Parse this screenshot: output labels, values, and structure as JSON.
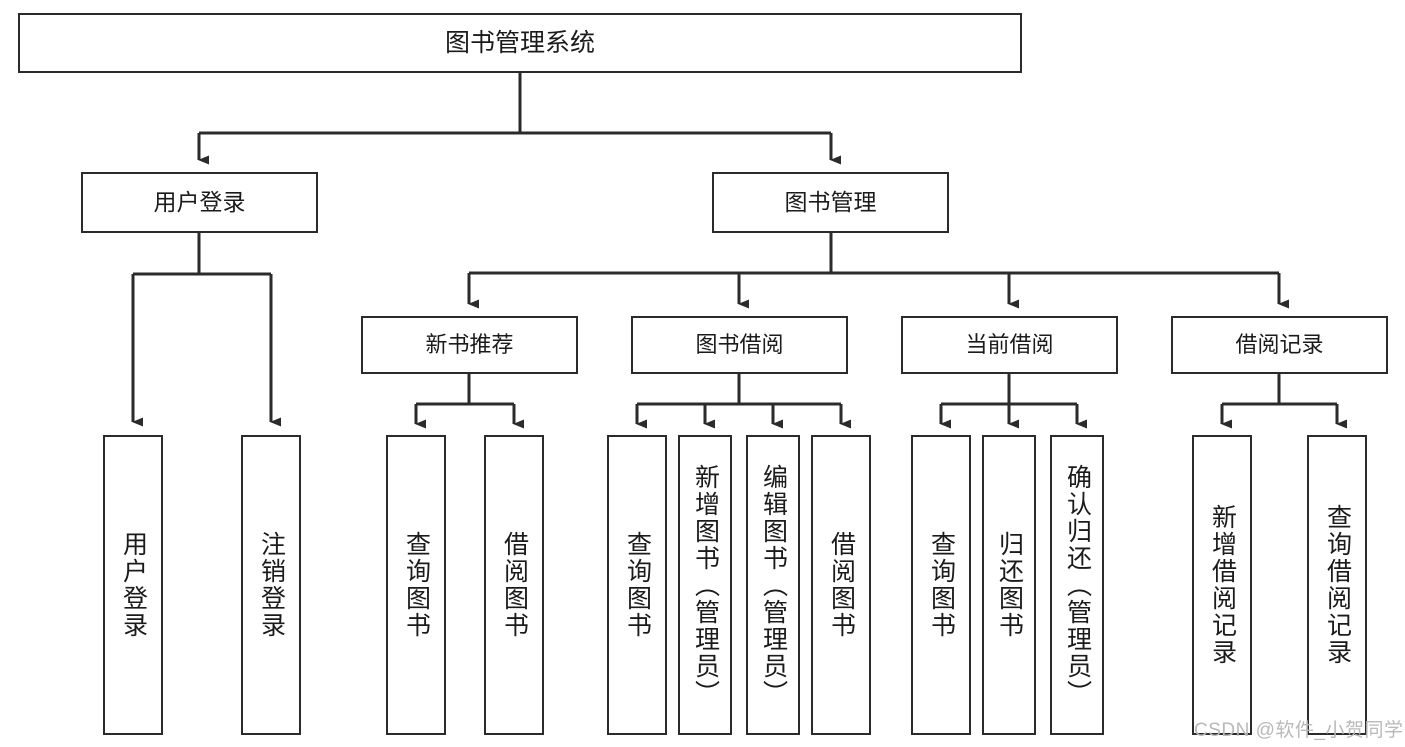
{
  "diagram": {
    "title": "图书管理系统",
    "type": "hierarchy-tree",
    "root": {
      "id": "root",
      "label": "图书管理系统"
    },
    "level2": [
      {
        "id": "user-login",
        "label": "用户登录"
      },
      {
        "id": "book-manage",
        "label": "图书管理"
      }
    ],
    "level3": [
      {
        "id": "new-book-rec",
        "label": "新书推荐",
        "parent": "book-manage"
      },
      {
        "id": "book-borrow",
        "label": "图书借阅",
        "parent": "book-manage"
      },
      {
        "id": "current-borrow",
        "label": "当前借阅",
        "parent": "book-manage"
      },
      {
        "id": "borrow-record",
        "label": "借阅记录",
        "parent": "book-manage"
      }
    ],
    "leaves": [
      {
        "id": "leaf-user-login",
        "label": "用户登录",
        "parent": "user-login"
      },
      {
        "id": "leaf-logout",
        "label": "注销登录",
        "parent": "user-login"
      },
      {
        "id": "leaf-query-book-1",
        "label": "查询图书",
        "parent": "new-book-rec"
      },
      {
        "id": "leaf-borrow-book-1",
        "label": "借阅图书",
        "parent": "new-book-rec"
      },
      {
        "id": "leaf-query-book-2",
        "label": "查询图书",
        "parent": "book-borrow"
      },
      {
        "id": "leaf-add-book",
        "label": "新增图书（管理员）",
        "parent": "book-borrow"
      },
      {
        "id": "leaf-edit-book",
        "label": "编辑图书（管理员）",
        "parent": "book-borrow"
      },
      {
        "id": "leaf-borrow-book-2",
        "label": "借阅图书",
        "parent": "book-borrow"
      },
      {
        "id": "leaf-query-book-3",
        "label": "查询图书",
        "parent": "current-borrow"
      },
      {
        "id": "leaf-return-book",
        "label": "归还图书",
        "parent": "current-borrow"
      },
      {
        "id": "leaf-confirm-return",
        "label": "确认归还（管理员）",
        "parent": "current-borrow"
      },
      {
        "id": "leaf-add-record",
        "label": "新增借阅记录",
        "parent": "borrow-record"
      },
      {
        "id": "leaf-query-record",
        "label": "查询借阅记录",
        "parent": "borrow-record"
      }
    ],
    "colors": {
      "stroke": "#2b2b2b",
      "fill": "#ffffff",
      "text": "#1b1b1b",
      "watermark": "#b9b9b9"
    }
  },
  "watermark": {
    "text": "CSDN @软件_小贺同学"
  }
}
